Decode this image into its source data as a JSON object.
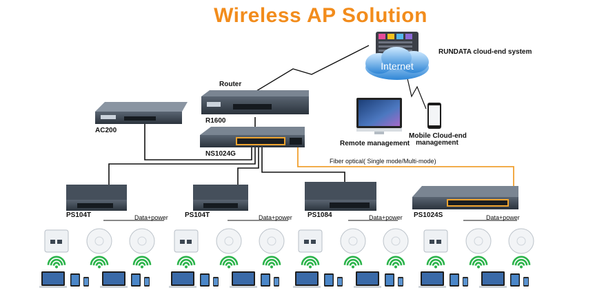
{
  "title": "Wireless AP Solution",
  "cloud": {
    "internet_label": "Internet",
    "system_label": "RUNDATA cloud-end  system"
  },
  "devices": {
    "router_label": "Router",
    "router_model": "R1600",
    "ac_model": "AC200",
    "core_switch_model": "NS1024G",
    "access_switches": [
      "PS104T",
      "PS104T",
      "PS1084",
      "PS1024S"
    ]
  },
  "management": {
    "remote_label": "Remote management",
    "mobile_label_line1": "Mobile Cloud-end",
    "mobile_label_line2": "management"
  },
  "links": {
    "fiber_label": "Fiber optical( Single mode/Multi-mode)",
    "data_power_label": "Data+power"
  },
  "colors": {
    "title": "#f28c1c",
    "fiber": "#f0a030",
    "wifi": "#2bb34a",
    "device_body": "#3c4754",
    "internet_cloud": "#3c9ee6"
  }
}
